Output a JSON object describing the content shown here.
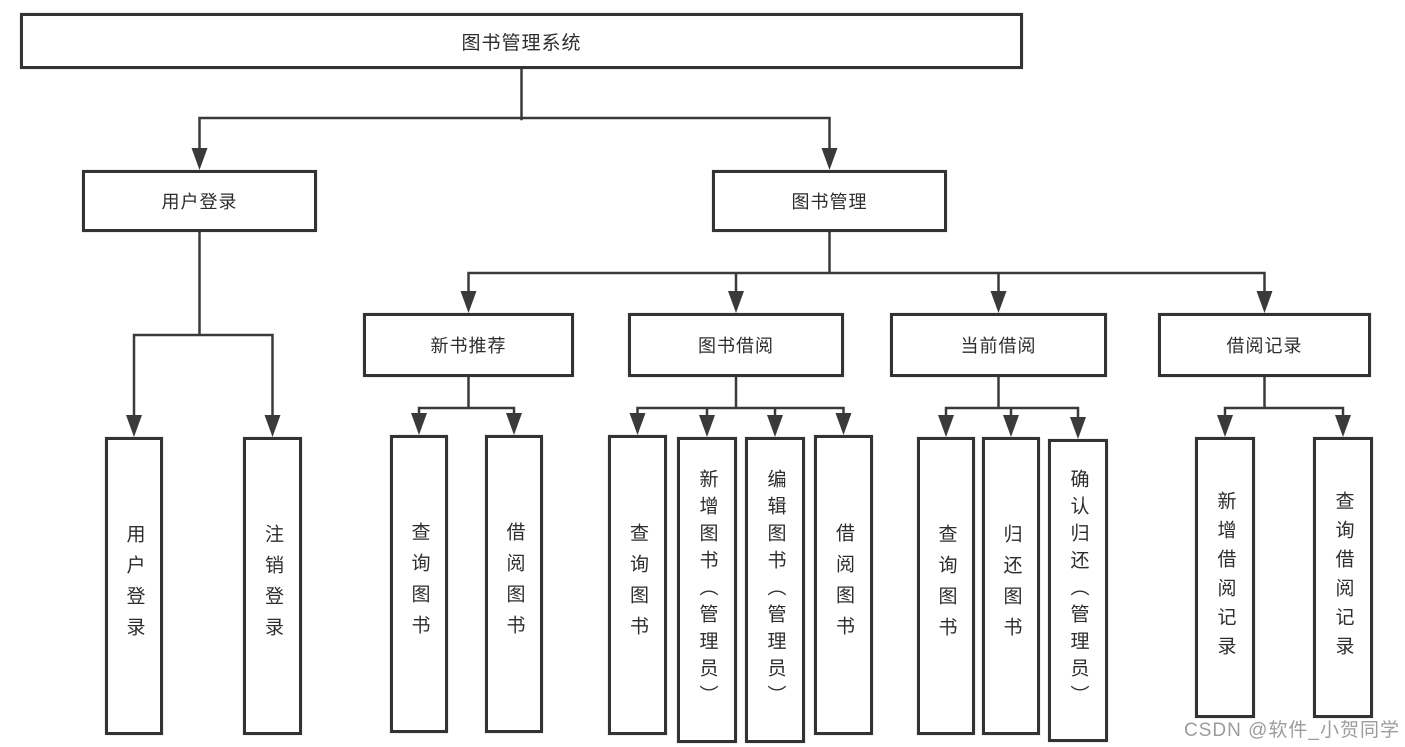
{
  "tree": {
    "root": "图书管理系统",
    "children": [
      {
        "label": "用户登录",
        "children": [
          {
            "label": "用户登录"
          },
          {
            "label": "注销登录"
          }
        ]
      },
      {
        "label": "图书管理",
        "children": [
          {
            "label": "新书推荐",
            "children": [
              {
                "label": "查询图书"
              },
              {
                "label": "借阅图书"
              }
            ]
          },
          {
            "label": "图书借阅",
            "children": [
              {
                "label": "查询图书"
              },
              {
                "label": "新增图书（管理员）"
              },
              {
                "label": "编辑图书（管理员）"
              },
              {
                "label": "借阅图书"
              }
            ]
          },
          {
            "label": "当前借阅",
            "children": [
              {
                "label": "查询图书"
              },
              {
                "label": "归还图书"
              },
              {
                "label": "确认归还（管理员）"
              }
            ]
          },
          {
            "label": "借阅记录",
            "children": [
              {
                "label": "新增借阅记录"
              },
              {
                "label": "查询借阅记录"
              }
            ]
          }
        ]
      }
    ]
  },
  "watermark": {
    "text": "CSDN @软件_小贺同学"
  },
  "colors": {
    "line": "#3a3a3a",
    "box_border": "#333333",
    "text": "#2d2d2d",
    "watermark": "#9c9c9c",
    "background": "#ffffff"
  }
}
